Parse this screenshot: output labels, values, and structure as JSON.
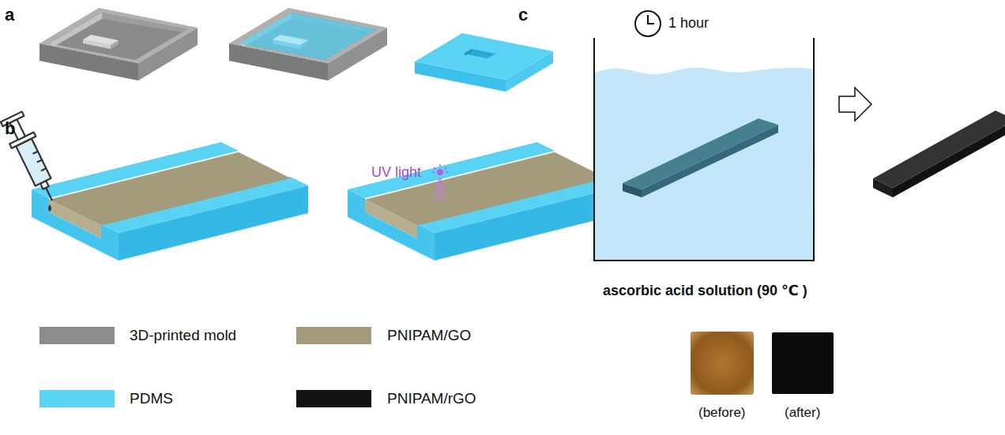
{
  "diagram": {
    "labels": [
      "a",
      "b",
      "c",
      "UV light",
      "1 hour",
      "ascorbic acid solution (90 ℃ )",
      "(before)",
      "(after)"
    ],
    "legend": [
      {
        "text": "3D-printed mold",
        "color": "#8c8c8c"
      },
      {
        "text": "PDMS",
        "color": "#5ad2f4"
      },
      {
        "text": "PNIPAM/GO",
        "color": "#a49b7c"
      },
      {
        "text": "PNIPAM/rGO",
        "color": "#111111"
      }
    ]
  }
}
